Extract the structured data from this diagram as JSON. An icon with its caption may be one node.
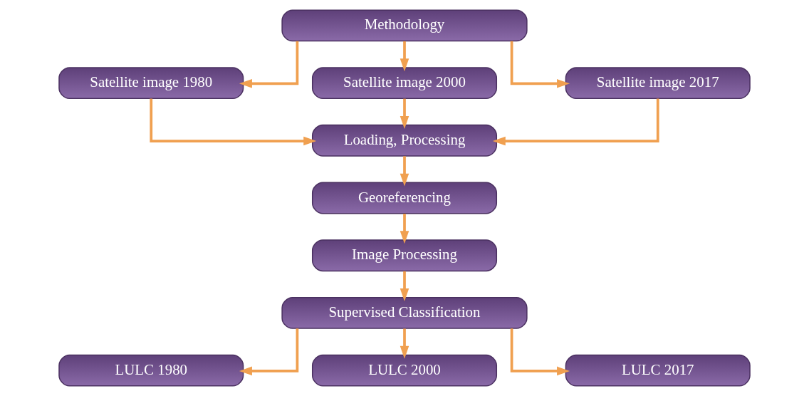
{
  "diagram": {
    "nodes": [
      {
        "text": [
          "Methodology"
        ]
      },
      {
        "text": [
          "Satellite image 1980"
        ]
      },
      {
        "text": [
          "Satellite image 2000"
        ]
      },
      {
        "text": [
          "Satellite image 2017"
        ]
      },
      {
        "text": [
          "Loading, Processing"
        ]
      },
      {
        "text": [
          "Georeferencing"
        ]
      },
      {
        "text": [
          "Image Processing"
        ]
      },
      {
        "text": [
          "Supervised Classification"
        ]
      },
      {
        "text": [
          "LULC 1980"
        ]
      },
      {
        "text": [
          "LULC 2000"
        ]
      },
      {
        "text": [
          "LULC 2017"
        ]
      }
    ],
    "edges": [
      {
        "from": 0,
        "to": 1,
        "arrow": "to"
      },
      {
        "from": 0,
        "to": 2,
        "arrow": "to"
      },
      {
        "from": 0,
        "to": 3,
        "arrow": "to"
      },
      {
        "from": 1,
        "to": 4,
        "arrow": "to"
      },
      {
        "from": 2,
        "to": 4,
        "arrow": "to"
      },
      {
        "from": 3,
        "to": 4,
        "arrow": "to"
      },
      {
        "from": 4,
        "to": 5,
        "arrow": "to"
      },
      {
        "from": 5,
        "to": 6,
        "arrow": "to"
      },
      {
        "from": 6,
        "to": 7,
        "arrow": "to"
      },
      {
        "from": 7,
        "to": 8,
        "arrow": "to"
      },
      {
        "from": 7,
        "to": 9,
        "arrow": "to"
      },
      {
        "from": 7,
        "to": 10,
        "arrow": "to"
      }
    ]
  }
}
